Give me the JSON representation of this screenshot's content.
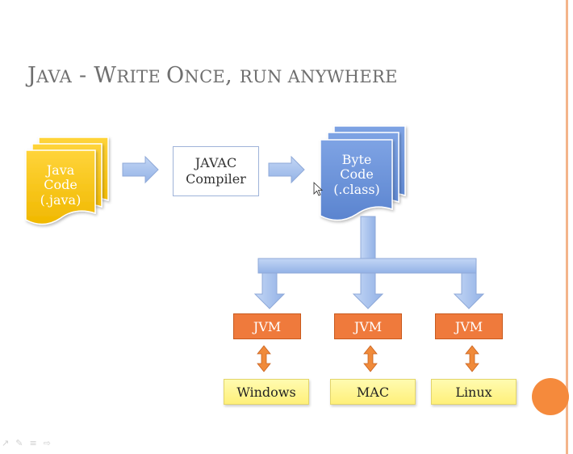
{
  "slide": {
    "title_parts": [
      {
        "text": "J",
        "cls": "cap"
      },
      {
        "text": "ava",
        "cls": "sc"
      },
      {
        "text": " - ",
        "cls": "cap"
      },
      {
        "text": "W",
        "cls": "cap"
      },
      {
        "text": "rite ",
        "cls": "sc"
      },
      {
        "text": "O",
        "cls": "cap"
      },
      {
        "text": "nce",
        "cls": "sc"
      },
      {
        "text": ", ",
        "cls": "cap"
      },
      {
        "text": "run anywhere",
        "cls": "sc"
      }
    ]
  },
  "diagram": {
    "java_code_label": "Java\nCode\n(.java)",
    "compiler_label": "JAVAC\nCompiler",
    "byte_code_label": "Byte\nCode\n(.class)",
    "jvm_label": "JVM",
    "platforms": [
      "Windows",
      "MAC",
      "Linux"
    ]
  },
  "colors": {
    "java_file": "#f5c518",
    "byte_file": "#6f97dc",
    "arrow_fill": "#a9c4ef",
    "jvm_box": "#ef7a3c",
    "platform_box": "#fff48c",
    "double_arrow": "#f08a3a"
  },
  "icons": [
    "pointer-icon",
    "pen-icon",
    "menu-icon",
    "forward-icon"
  ]
}
